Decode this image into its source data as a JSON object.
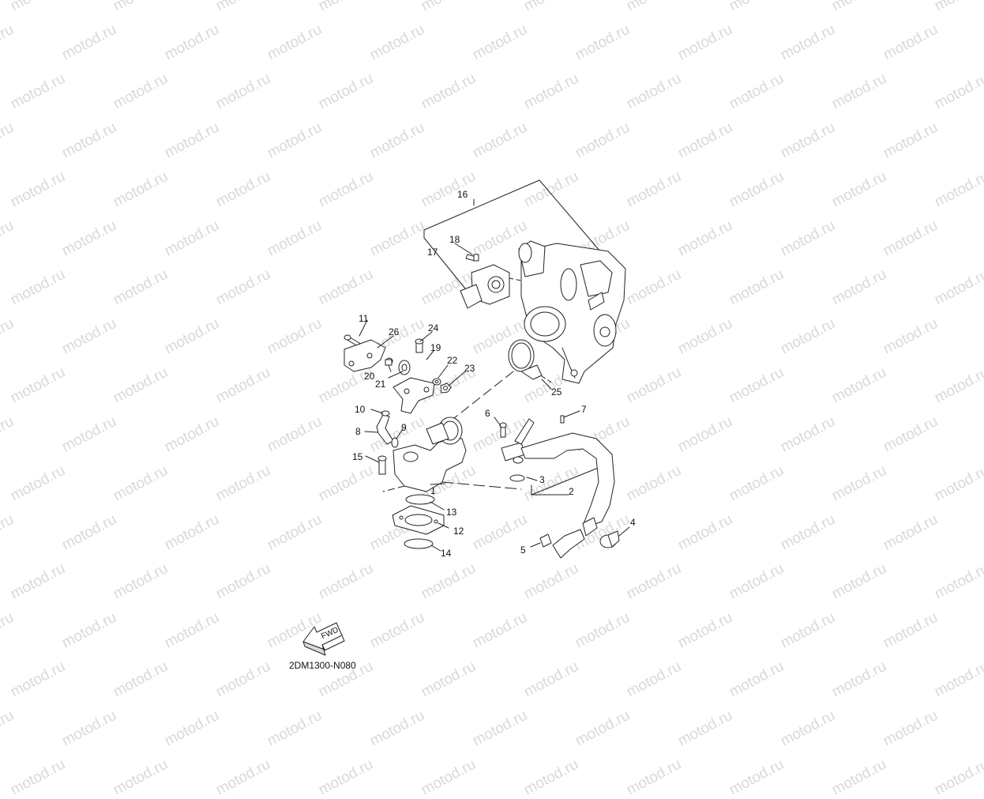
{
  "watermark": "motod.ru",
  "drawing_code": "2DM1300-N080",
  "fwd_label": "FWD",
  "callouts": [
    "1",
    "2",
    "3",
    "4",
    "5",
    "6",
    "7",
    "8",
    "9",
    "10",
    "11",
    "12",
    "13",
    "14",
    "15",
    "16",
    "17",
    "18",
    "19",
    "20",
    "21",
    "22",
    "23",
    "24",
    "25",
    "26"
  ]
}
